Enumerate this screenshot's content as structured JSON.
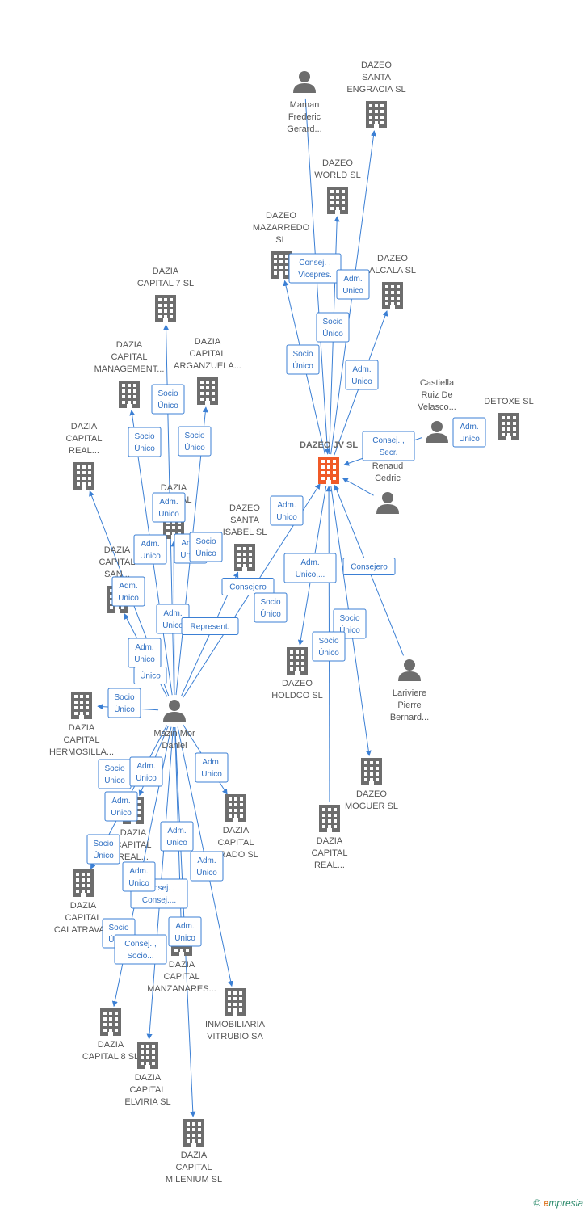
{
  "colors": {
    "edge": "#3b7fd4",
    "company": "#6d6d6d",
    "company_main": "#f05a28",
    "person": "#6d6d6d",
    "text": "#555555"
  },
  "nodes": {
    "maman": {
      "type": "person",
      "label": [
        "Maman",
        "Frederic",
        "Gerard..."
      ]
    },
    "santa_engracia": {
      "type": "company",
      "label": [
        "DAZEO",
        "SANTA",
        "ENGRACIA  SL"
      ]
    },
    "world": {
      "type": "company",
      "label": [
        "DAZEO",
        "WORLD  SL"
      ]
    },
    "mazarredo": {
      "type": "company",
      "label": [
        "DAZEO",
        "MAZARREDO",
        "SL"
      ]
    },
    "alcala": {
      "type": "company",
      "label": [
        "DAZEO",
        "ALCALA  SL"
      ]
    },
    "castiella": {
      "type": "person",
      "label": [
        "Castiella",
        "Ruiz De",
        "Velasco..."
      ]
    },
    "detoxe": {
      "type": "company",
      "label": [
        "DETOXE  SL"
      ]
    },
    "dazeo_jv": {
      "type": "company_main",
      "label": [
        "DAZEO JV  SL"
      ]
    },
    "renaud": {
      "type": "person",
      "label": [
        "Renaud",
        "Cedric"
      ]
    },
    "santa_isabel": {
      "type": "company",
      "label": [
        "DAZEO",
        "SANTA",
        "ISABEL  SL"
      ]
    },
    "holdco": {
      "type": "company",
      "label": [
        "DAZEO",
        "HOLDCO  SL"
      ]
    },
    "lariviere": {
      "type": "person",
      "label": [
        "Lariviere",
        "Pierre",
        "Bernard..."
      ]
    },
    "moguer": {
      "type": "company",
      "label": [
        "DAZEO",
        "MOGUER  SL"
      ]
    },
    "capital_real_r": {
      "type": "company",
      "label": [
        "DAZIA",
        "CAPITAL",
        "REAL..."
      ]
    },
    "capital7": {
      "type": "company",
      "label": [
        "DAZIA",
        "CAPITAL 7  SL"
      ]
    },
    "management": {
      "type": "company",
      "label": [
        "DAZIA",
        "CAPITAL",
        "MANAGEMENT..."
      ]
    },
    "arganzuela": {
      "type": "company",
      "label": [
        "DAZIA",
        "CAPITAL",
        "ARGANZUELA..."
      ]
    },
    "capital_real_l": {
      "type": "company",
      "label": [
        "DAZIA",
        "CAPITAL",
        "REAL..."
      ]
    },
    "capital_mid": {
      "type": "company",
      "label": [
        "DAZIA",
        "CAPITAL"
      ]
    },
    "capital_san": {
      "type": "company",
      "label": [
        "DAZIA",
        "CAPITAL",
        "SAN..."
      ]
    },
    "hermosilla": {
      "type": "company",
      "label": [
        "DAZIA",
        "CAPITAL",
        "HERMOSILLA..."
      ]
    },
    "mazin": {
      "type": "person",
      "label": [
        "Mazin Mor",
        "Daniel"
      ]
    },
    "capital_prado": {
      "type": "company",
      "label": [
        "DAZIA",
        "CAPITAL",
        "PRADO  SL"
      ]
    },
    "capital_real2": {
      "type": "company",
      "label": [
        "DAZIA",
        "CAPITAL",
        "REAL..."
      ]
    },
    "calatrava": {
      "type": "company",
      "label": [
        "DAZIA",
        "CAPITAL",
        "CALATRAVA..."
      ]
    },
    "manzanares": {
      "type": "company",
      "label": [
        "DAZIA",
        "CAPITAL",
        "MANZANARES..."
      ]
    },
    "vitrubio": {
      "type": "company",
      "label": [
        "INMOBILIARIA",
        "VITRUBIO SA"
      ]
    },
    "capital8": {
      "type": "company",
      "label": [
        "DAZIA",
        "CAPITAL 8  SL"
      ]
    },
    "elviria": {
      "type": "company",
      "label": [
        "DAZIA",
        "CAPITAL",
        "ELVIRIA  SL"
      ]
    },
    "milenium": {
      "type": "company",
      "label": [
        "DAZIA",
        "CAPITAL",
        "MILENIUM  SL"
      ]
    }
  },
  "edge_labels": {
    "consej_vicepres": [
      "Consej. ,",
      "Vicepres."
    ],
    "adm_unico_1": [
      "Adm.",
      "Unico"
    ],
    "socio_unico_1": [
      "Socio",
      "Único"
    ],
    "socio_unico_2": [
      "Socio",
      "Único"
    ],
    "adm_unico_2": [
      "Adm.",
      "Unico"
    ],
    "adm_unico_3": [
      "Adm.",
      "Unico"
    ],
    "consej_secr": [
      "Consej. ,",
      "Secr."
    ],
    "adm_unico_4": [
      "Adm.",
      "Unico"
    ],
    "adm_unico_5": [
      "Adm.",
      "Unico,..."
    ],
    "consejero_1": [
      "Consejero"
    ],
    "consejero_2": [
      "Consejero"
    ],
    "socio_unico_3": [
      "Socio",
      "Único"
    ],
    "socio_unico_4": [
      "Socio",
      "Único"
    ],
    "socio_unico_5": [
      "Socio",
      "Único"
    ],
    "socio_unico_6": [
      "Socio",
      "Único"
    ],
    "socio_unico_7": [
      "Socio",
      "Único"
    ],
    "socio_unico_8": [
      "Socio",
      "Único"
    ],
    "adm_unico_6": [
      "Adm.",
      "Unico"
    ],
    "adm_unico_7": [
      "Adm.",
      "Unico"
    ],
    "adm_unico_8": [
      "Adm.",
      "Unico"
    ],
    "socio_unico_9": [
      "Socio",
      "Único"
    ],
    "adm_unico_9": [
      "Adm.",
      "Unico"
    ],
    "adm_unico_10": [
      "Adm.",
      "Unico"
    ],
    "represent": [
      "Represent."
    ],
    "adm_unico_11": [
      "Adm.",
      "Unico"
    ],
    "unico": [
      "Único"
    ],
    "socio_unico_10": [
      "Socio",
      "Único"
    ],
    "socio_unico_11": [
      "Socio",
      "Único"
    ],
    "adm_unico_12": [
      "Adm.",
      "Unico"
    ],
    "adm_unico_13": [
      "Adm.",
      "Unico"
    ],
    "adm_unico_14": [
      "Adm.",
      "Unico"
    ],
    "adm_unico_15": [
      "Adm.",
      "Unico"
    ],
    "socio_unico_12": [
      "Socio",
      "Único"
    ],
    "adm_unico_16": [
      "Adm.",
      "Unico"
    ],
    "consej_consej": [
      "Consej. ,",
      "Consej...."
    ],
    "adm_unico_17": [
      "Adm.",
      "Unico"
    ],
    "socio_unico_13": [
      "Socio",
      "Único"
    ],
    "consej_socio": [
      "Consej. ,",
      "Socio..."
    ],
    "adm_unico_18": [
      "Adm.",
      "Unico"
    ]
  },
  "footer": {
    "copyright": "©",
    "brand_e": "e",
    "brand_rest": "mpresia"
  }
}
